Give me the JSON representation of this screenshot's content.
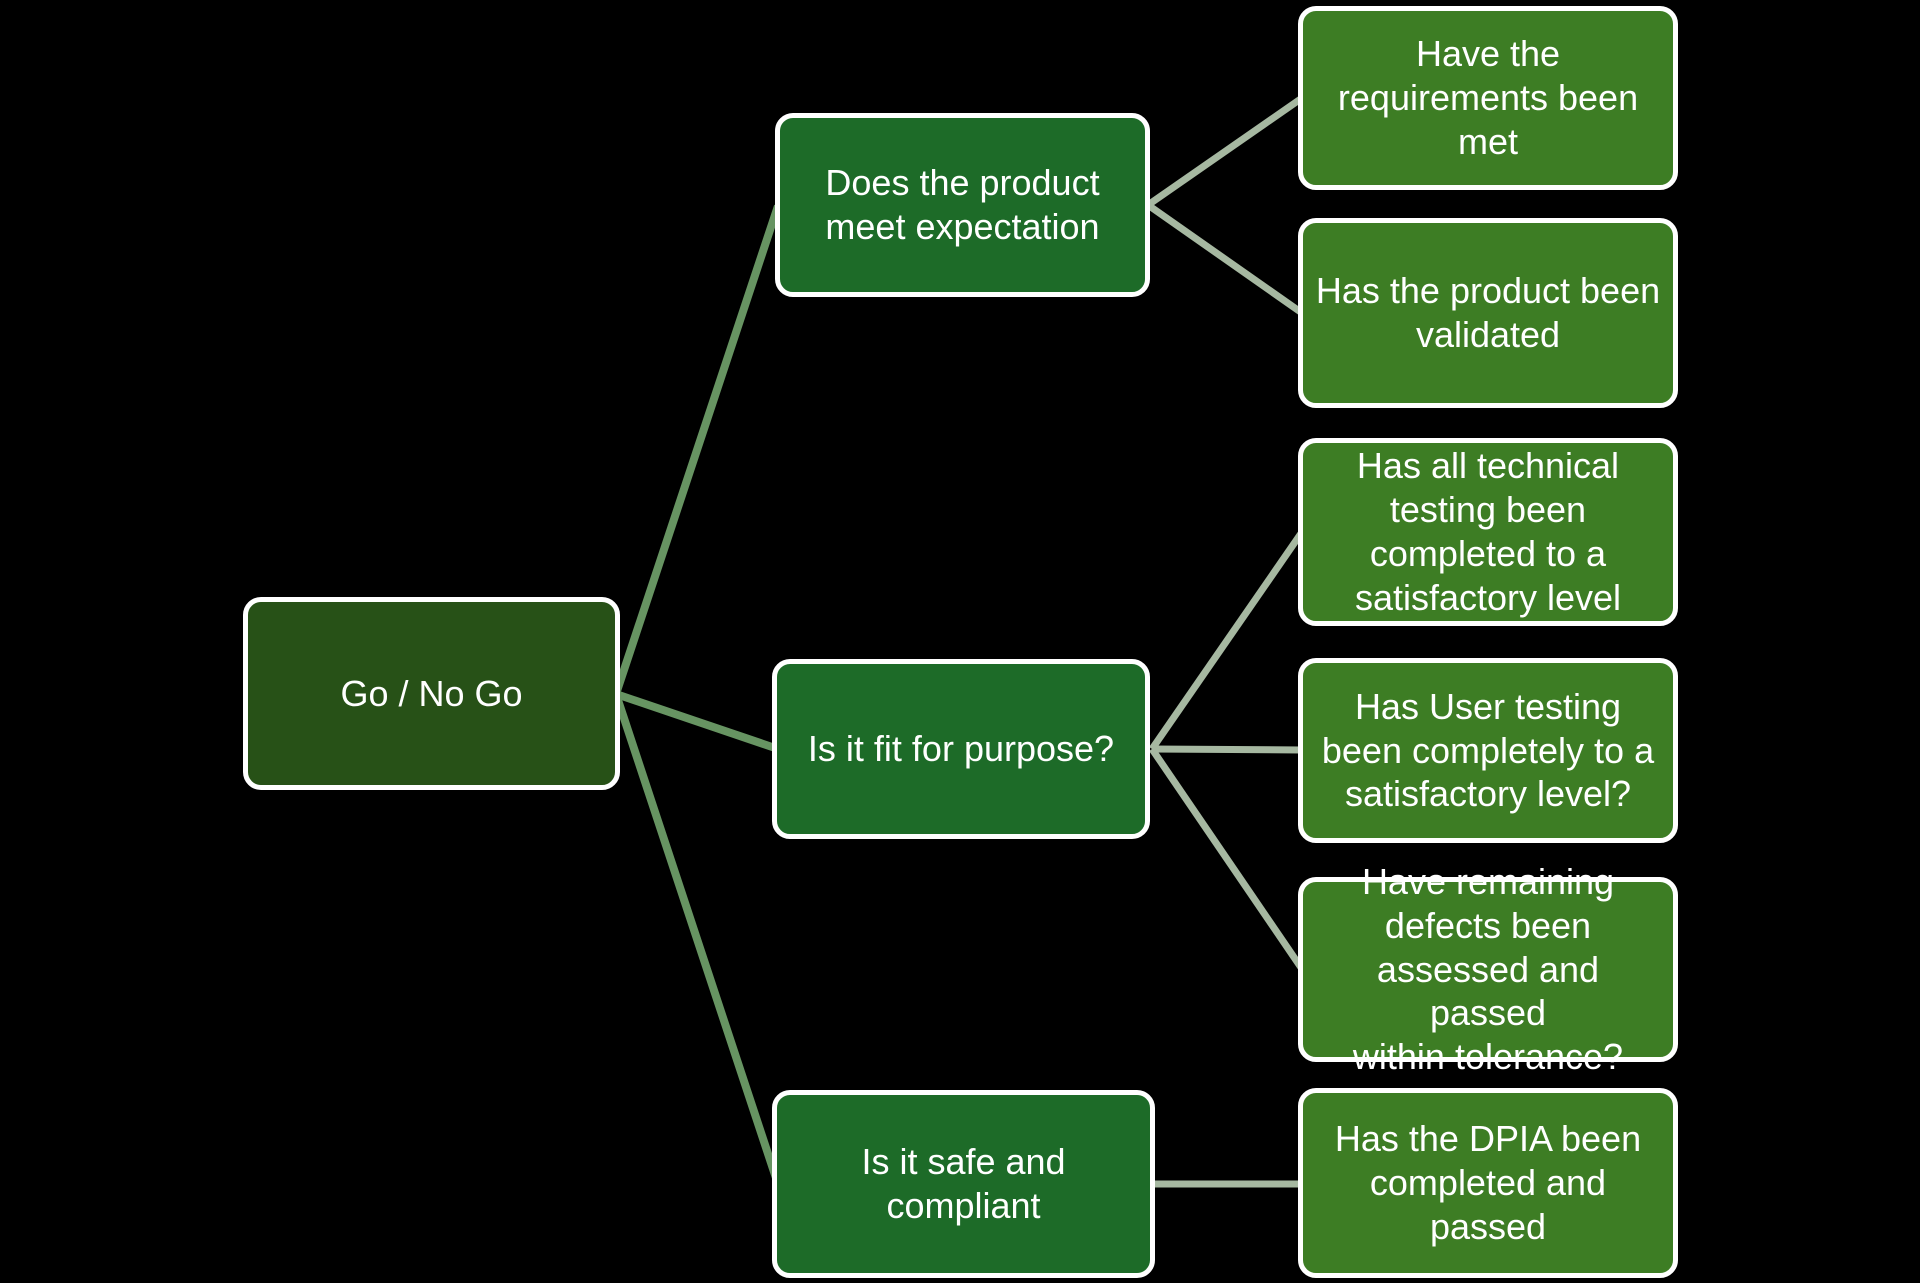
{
  "background": "#000000",
  "colors": {
    "background": "#000000",
    "root-fill": "#275117",
    "branch-fill": "#1D6B28",
    "leaf-fill": "#3D7D24",
    "node-border": "#FFFFFF",
    "node-text": "#FFFFFF",
    "connector-primary": "#679462",
    "connector-secondary": "#A6B8A1"
  },
  "diagram": {
    "type": "decision-tree",
    "root": {
      "label": "Go / No Go"
    },
    "branches": [
      {
        "label": "Does the product\nmeet expectation",
        "children": [
          {
            "label": "Have the\nrequirements been\nmet"
          },
          {
            "label": "Has the product been\nvalidated"
          }
        ]
      },
      {
        "label": "Is it fit for purpose?",
        "children": [
          {
            "label": "Has all technical\ntesting been\ncompleted to a\nsatisfactory level"
          },
          {
            "label": "Has User testing\nbeen completely to a\nsatisfactory level?"
          },
          {
            "label": "Have remaining\ndefects been\nassessed and passed\nwithin tolerance?"
          }
        ]
      },
      {
        "label": "Is it safe and\ncompliant",
        "children": [
          {
            "label": "Has the DPIA been\ncompleted and\npassed"
          }
        ]
      }
    ]
  }
}
